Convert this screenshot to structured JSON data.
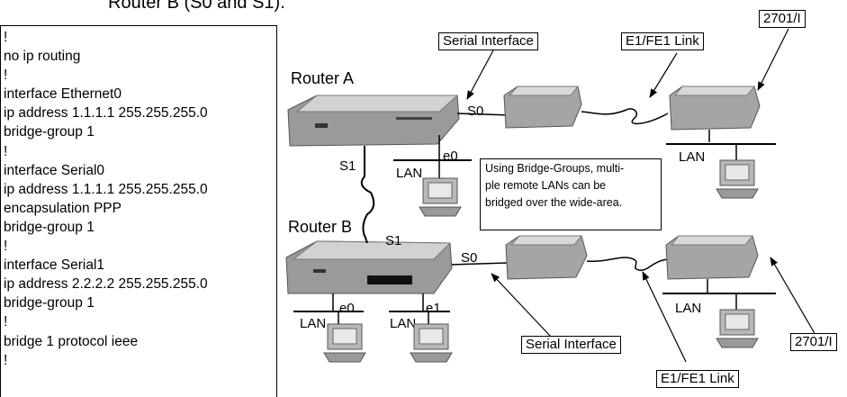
{
  "heading": "Router B (S0 and S1).",
  "config_lines": [
    "!",
    "no ip routing",
    "!",
    "interface Ethernet0",
    "ip address 1.1.1.1 255.255.255.0",
    "bridge-group 1",
    "!",
    "interface Serial0",
    "ip address 1.1.1.1 255.255.255.0",
    "encapsulation PPP",
    "bridge-group 1",
    "!",
    "interface Serial1",
    "ip address 2.2.2.2 255.255.255.0",
    "bridge-group 1",
    "!",
    "bridge 1 protocol ieee",
    "!"
  ],
  "diagram": {
    "router_a_label": "Router A",
    "router_b_label": "Router B",
    "serial_interface_label": "Serial Interface",
    "link_label": "E1/FE1 Link",
    "model_label": "2701/I",
    "port_s0": "S0",
    "port_s1": "S1",
    "port_e0": "e0",
    "port_e1": "e1",
    "lan_label": "LAN",
    "note_lines": [
      "Using Bridge-Groups, multi-",
      "ple remote LANs can be",
      "bridged over the wide-area."
    ]
  }
}
